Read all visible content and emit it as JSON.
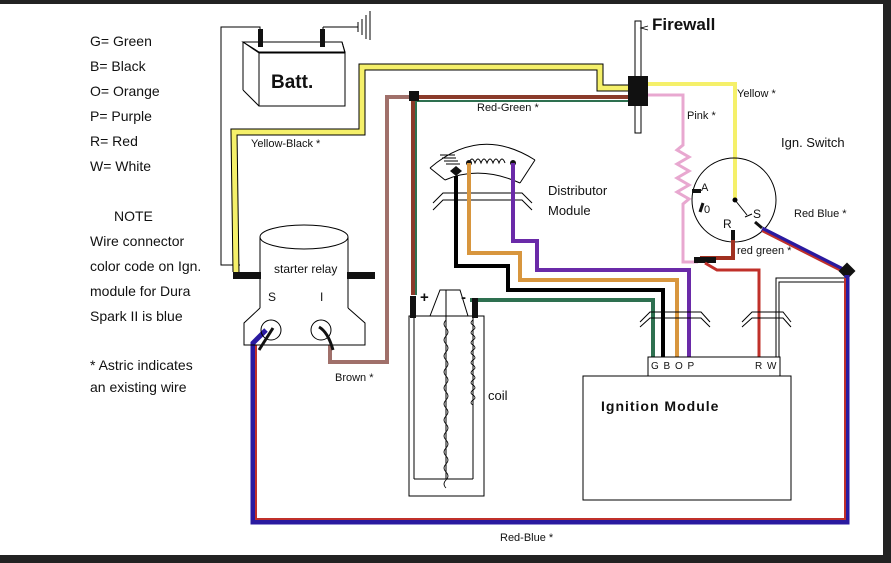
{
  "legend": {
    "items": [
      "G= Green",
      "B= Black",
      "O= Orange",
      "P= Purple",
      "R= Red",
      "W= White"
    ]
  },
  "note": {
    "title": "NOTE",
    "lines": [
      "Wire connector",
      "color code on Ign.",
      "module for Dura",
      "Spark II is blue"
    ],
    "asterisk_lines": [
      "* Astric indicates",
      "an existing wire"
    ]
  },
  "components": {
    "battery": "Batt.",
    "firewall": "Firewall",
    "ignition_switch": "Ign. Switch",
    "distributor": [
      "Distributor",
      "Module"
    ],
    "starter_relay": "starter relay",
    "relay_terminal_s": "S",
    "relay_terminal_i": "I",
    "coil": "coil",
    "coil_plus": "+",
    "coil_minus": "-",
    "ignition_module": "Ignition Module",
    "switch_terminals": {
      "a": "A",
      "o": "0",
      "r": "R",
      "s": "S"
    },
    "module_pins_left": "G B O P",
    "module_pins_right": "R W"
  },
  "wires": {
    "yellow_black": "Yellow-Black *",
    "red_green_top": "Red-Green *",
    "yellow": "Yellow *",
    "pink": "Pink *",
    "red_blue_switch": "Red Blue *",
    "red_green_switch": "red green *",
    "brown": "Brown *",
    "red_blue_bottom": "Red-Blue *"
  },
  "colors": {
    "yellow": "#f5f06a",
    "brown": "#a0706a",
    "red": "#c0302a",
    "green": "#2e7050",
    "orange": "#d8963e",
    "purple": "#6a2aa8",
    "pink": "#e8a8d0",
    "blue": "#2a1aa0",
    "black": "#000000"
  }
}
